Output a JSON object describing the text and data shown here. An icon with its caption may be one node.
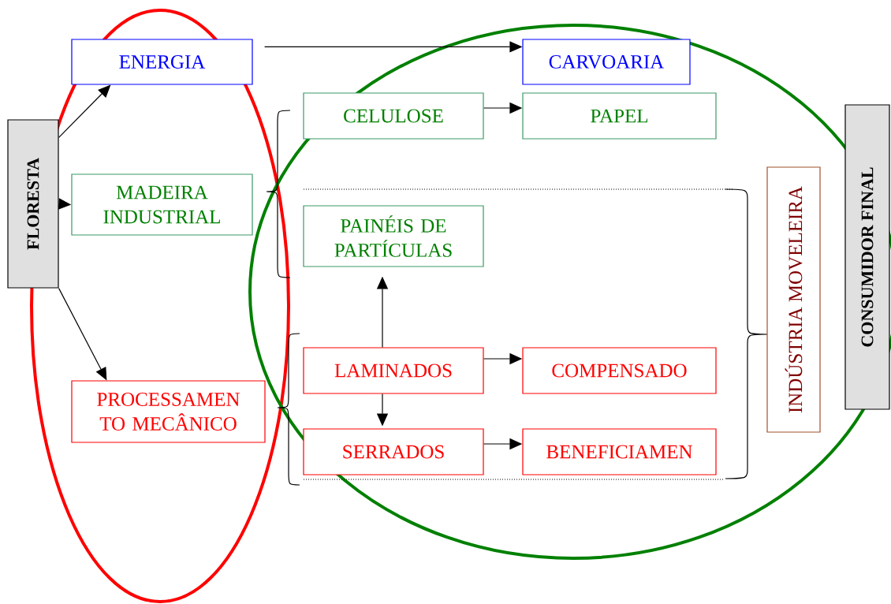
{
  "diagram": {
    "nodes": [
      {
        "text": [
          "FLORESTA"
        ]
      },
      {
        "text": [
          "ENERGIA"
        ]
      },
      {
        "text": [
          "CARVOARIA"
        ]
      },
      {
        "text": [
          "MADEIRA INDUSTRIAL"
        ]
      },
      {
        "text": [
          "CELULOSE"
        ]
      },
      {
        "text": [
          "PAPEL"
        ]
      },
      {
        "text": [
          "PAINÉIS DE PARTÍCULAS"
        ]
      },
      {
        "text": [
          "PROCESSAMEN TO MECÂNICO"
        ]
      },
      {
        "text": [
          "LAMINADOS"
        ]
      },
      {
        "text": [
          "COMPENSADO"
        ]
      },
      {
        "text": [
          "SERRADOS"
        ]
      },
      {
        "text": [
          "BENEFICIAMEN"
        ]
      },
      {
        "text": [
          "INDÚSTRIA MOVELEIRA"
        ]
      },
      {
        "text": [
          "CONSUMIDOR FINAL"
        ]
      }
    ],
    "edges": [
      {
        "from": 0,
        "to": 1,
        "arrow": "to"
      },
      {
        "from": 0,
        "to": 3,
        "arrow": "to"
      },
      {
        "from": 0,
        "to": 7,
        "arrow": "to"
      },
      {
        "from": 1,
        "to": 2,
        "arrow": "to"
      },
      {
        "from": 4,
        "to": 5,
        "arrow": "to"
      },
      {
        "from": 8,
        "to": 6,
        "arrow": "to"
      },
      {
        "from": 8,
        "to": 10,
        "arrow": "to"
      },
      {
        "from": 8,
        "to": 9,
        "arrow": "to"
      },
      {
        "from": 10,
        "to": 11,
        "arrow": "to"
      }
    ]
  }
}
